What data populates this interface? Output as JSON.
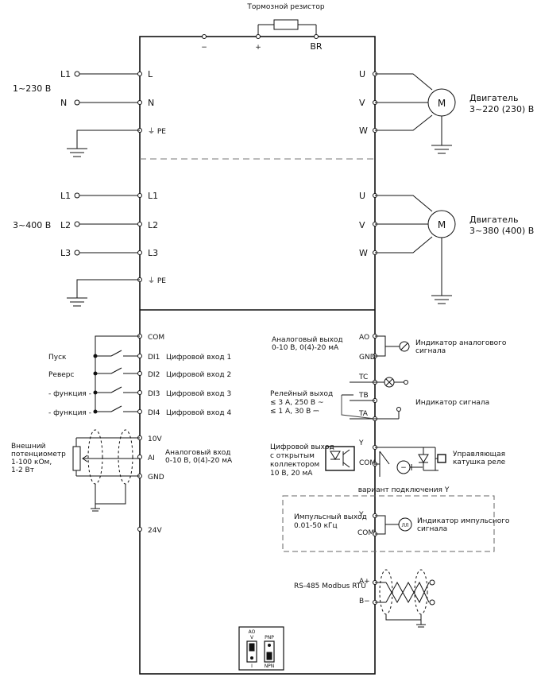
{
  "brake": {
    "title": "Тормозной резистор",
    "minus": "−",
    "plus": "+",
    "br": "BR"
  },
  "supply1": {
    "voltage": "1~230 В",
    "l1": "L1",
    "n": "N",
    "term_l": "L",
    "term_n": "N",
    "pe": "⏚ PE"
  },
  "supply3": {
    "voltage": "3~400 В",
    "l1": "L1",
    "l2": "L2",
    "l3": "L3",
    "term_l1": "L1",
    "term_l2": "L2",
    "term_l3": "L3",
    "pe": "⏚ PE"
  },
  "motor1": {
    "label_line1": "Двигатель",
    "label_line2": "3~220 (230) В",
    "symbol": "M",
    "u": "U",
    "v": "V",
    "w": "W"
  },
  "motor2": {
    "label_line1": "Двигатель",
    "label_line2": "3~380 (400) В",
    "symbol": "M",
    "u": "U",
    "v": "V",
    "w": "W"
  },
  "digital_inputs": {
    "com": "COM",
    "items": [
      {
        "term": "DI1",
        "desc": "Цифровой вход 1",
        "switch": "Пуск"
      },
      {
        "term": "DI2",
        "desc": "Цифровой вход 2",
        "switch": "Реверс"
      },
      {
        "term": "DI3",
        "desc": "Цифровой вход 3",
        "switch": "- функция -"
      },
      {
        "term": "DI4",
        "desc": "Цифровой вход 4",
        "switch": "- функция -"
      }
    ]
  },
  "analog_input": {
    "pot_line1": "Внешний",
    "pot_line2": "потенциометр",
    "pot_line3": "1-100 кОм,",
    "pot_line4": "1-2 Вт",
    "t10v": "10V",
    "tai": "AI",
    "tgnd": "GND",
    "desc_line1": "Аналоговый вход",
    "desc_line2": "0-10 В, 0(4)-20 мА"
  },
  "t24v": "24V",
  "analog_output": {
    "desc_line1": "Аналоговый выход",
    "desc_line2": "0-10 В, 0(4)-20 мА",
    "ao": "AO",
    "gnd": "GND",
    "ind_line1": "Индикатор аналогового",
    "ind_line2": "сигнала"
  },
  "relay": {
    "desc_line1": "Релейный выход",
    "desc_line2": "≤ 3 А, 250 В ~",
    "desc_line3": "≤ 1 А, 30 В ⎓",
    "tc": "TC",
    "tb": "TB",
    "ta": "TA",
    "ind": "Индикатор сигнала"
  },
  "open_collector": {
    "desc_line1": "Цифровой выход",
    "desc_line2": "с открытым",
    "desc_line3": "коллектором",
    "desc_line4": "10 В, 20 мА",
    "y": "Y",
    "com": "COM",
    "coil_line1": "Управляющая",
    "coil_line2": "катушка реле"
  },
  "variant": {
    "title": "вариант подключения Y",
    "desc_line1": "Импульсный выход",
    "desc_line2": "0.01-50 кГц",
    "y": "Y",
    "com": "COM",
    "ind_line1": "Индикатор импульсного",
    "ind_line2": "сигнала",
    "meter": "ЛЛ"
  },
  "rs485": {
    "label": "RS-485 Modbus RTU",
    "a": "A+",
    "b": "B−"
  },
  "switches": {
    "ao": "AO",
    "v": "V",
    "i": "I",
    "pnp": "PNP",
    "npn": "NPN"
  }
}
